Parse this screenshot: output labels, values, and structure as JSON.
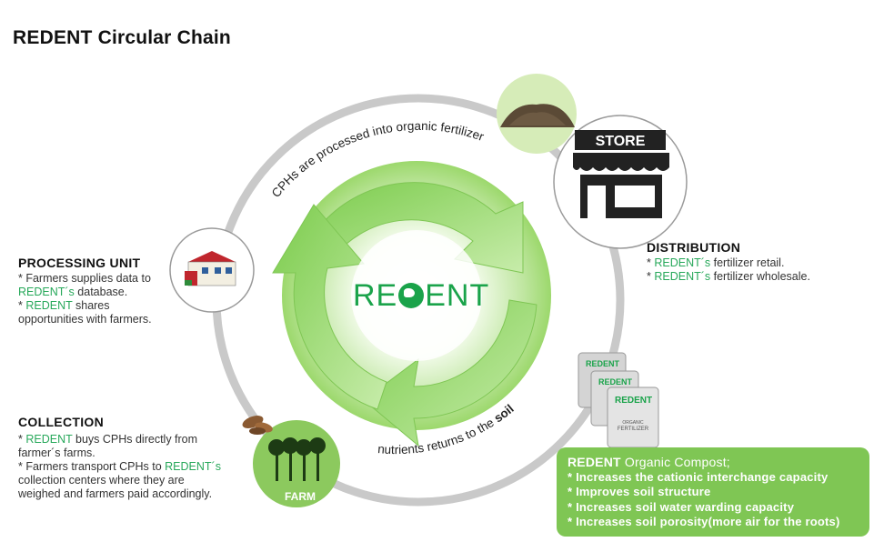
{
  "title": "REDENT Circular Chain",
  "center_logo": {
    "part1": "RE",
    "part2": "ENT"
  },
  "ring_text": {
    "top": "CPHs are processed into organic fertilizer",
    "bottom_normal": "nutrients returns to the ",
    "bottom_bold": "soil"
  },
  "store_label": "STORE",
  "farm_label": "FARM",
  "bag_brand": "REDENT",
  "bag_sub": "ORGANIC",
  "bag_product": "FERTILIZER",
  "processing": {
    "title": "PROCESSING UNIT",
    "line1": "* Farmers supplies data to",
    "line2_brand": "REDENT´s",
    "line2_rest": " database.",
    "line3_prefix": "* ",
    "line3_brand": "REDENT",
    "line3_rest": " shares",
    "line4": "opportunities with farmers."
  },
  "distribution": {
    "title": "DISTRIBUTION",
    "item1_prefix": "* ",
    "item1_brand": "REDENT´s",
    "item1_rest": " fertilizer retail.",
    "item2_prefix": "* ",
    "item2_brand": "REDENT´s",
    "item2_rest": " fertilizer wholesale."
  },
  "collection": {
    "title": "COLLECTION",
    "line1_prefix": "* ",
    "line1_brand": "REDENT",
    "line1_rest": " buys CPHs directly from",
    "line2": "farmer´s farms.",
    "line3_pre": "* Farmers transport CPHs to ",
    "line3_brand": "REDENT´s",
    "line4": "collection centers where they are",
    "line5": "weighed and farmers paid accordingly."
  },
  "compost": {
    "title_brand": "REDENT",
    "title_rest": " Organic Compost;",
    "items": [
      "* Increases the cationic interchange capacity",
      "* Improves soil structure",
      "* Increases soil water warding capacity",
      "* Increases soil porosity(more air for the roots)"
    ]
  },
  "colors": {
    "ring": "#c8c8c8",
    "arrow_green": "#9cd86c",
    "brand_green": "#1aa34a",
    "compost_box": "#7fc654"
  }
}
